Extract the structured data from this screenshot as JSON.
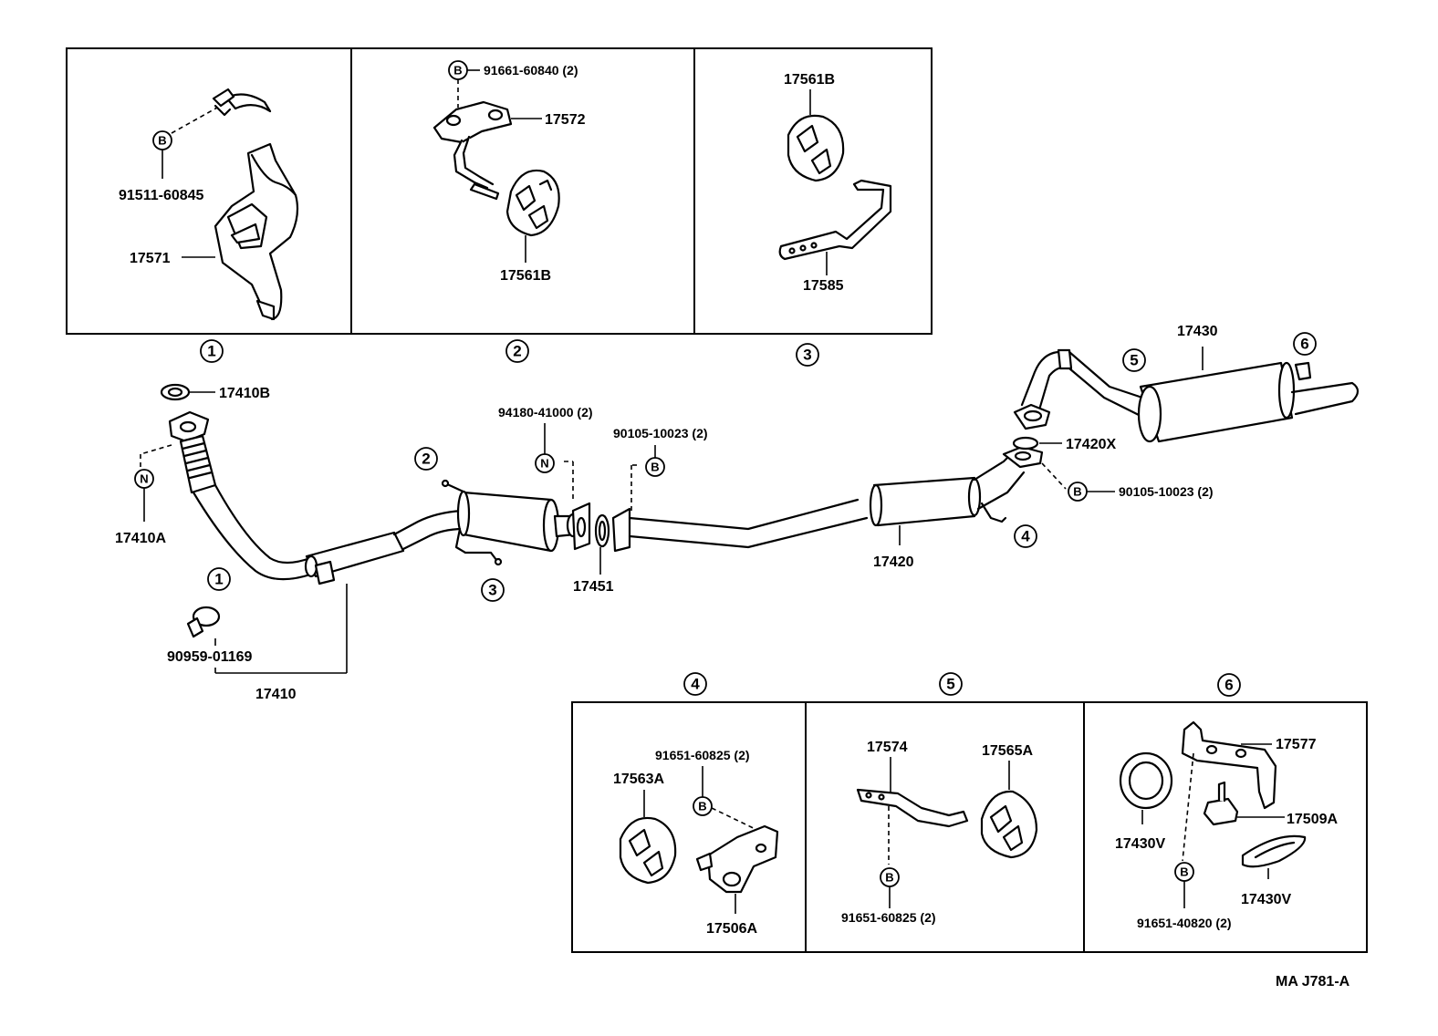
{
  "detail_boxes": [
    {
      "id": "1",
      "labels": {
        "bolt": "91511-60845",
        "bracket": "17571"
      },
      "marker": "B"
    },
    {
      "id": "2",
      "labels": {
        "bolt": "91661-60840 (2)",
        "bracket": "17572",
        "hanger": "17561B"
      },
      "marker": "B"
    },
    {
      "id": "3",
      "labels": {
        "hanger": "17561B",
        "bracket": "17585"
      }
    },
    {
      "id": "4",
      "labels": {
        "bolt": "91651-60825 (2)",
        "hanger": "17563A",
        "bracket": "17506A"
      },
      "marker": "B"
    },
    {
      "id": "5",
      "labels": {
        "bracket": "17574",
        "hanger": "17565A",
        "bolt": "91651-60825 (2)"
      },
      "marker": "B"
    },
    {
      "id": "6",
      "labels": {
        "bracket": "17577",
        "cushion": "17430V",
        "rubber": "17509A",
        "ring": "17430V",
        "bolt": "91651-40820 (2)"
      },
      "marker": "B"
    }
  ],
  "main": {
    "gasket_front": "17410B",
    "nut_front": "17410A",
    "clamp": "90959-01169",
    "front_pipe": "17410",
    "nut_center": "94180-41000 (2)",
    "bolt_center": "90105-10023 (2)",
    "gasket_center": "17451",
    "center_pipe": "17420",
    "gasket_rear": "17420X",
    "bolt_rear": "90105-10023 (2)",
    "tail_pipe": "17430"
  },
  "markers": {
    "bolt": "B",
    "nut": "N"
  },
  "callouts": [
    "1",
    "2",
    "3",
    "4",
    "5",
    "6"
  ],
  "footer_code": "MA  J781-A"
}
